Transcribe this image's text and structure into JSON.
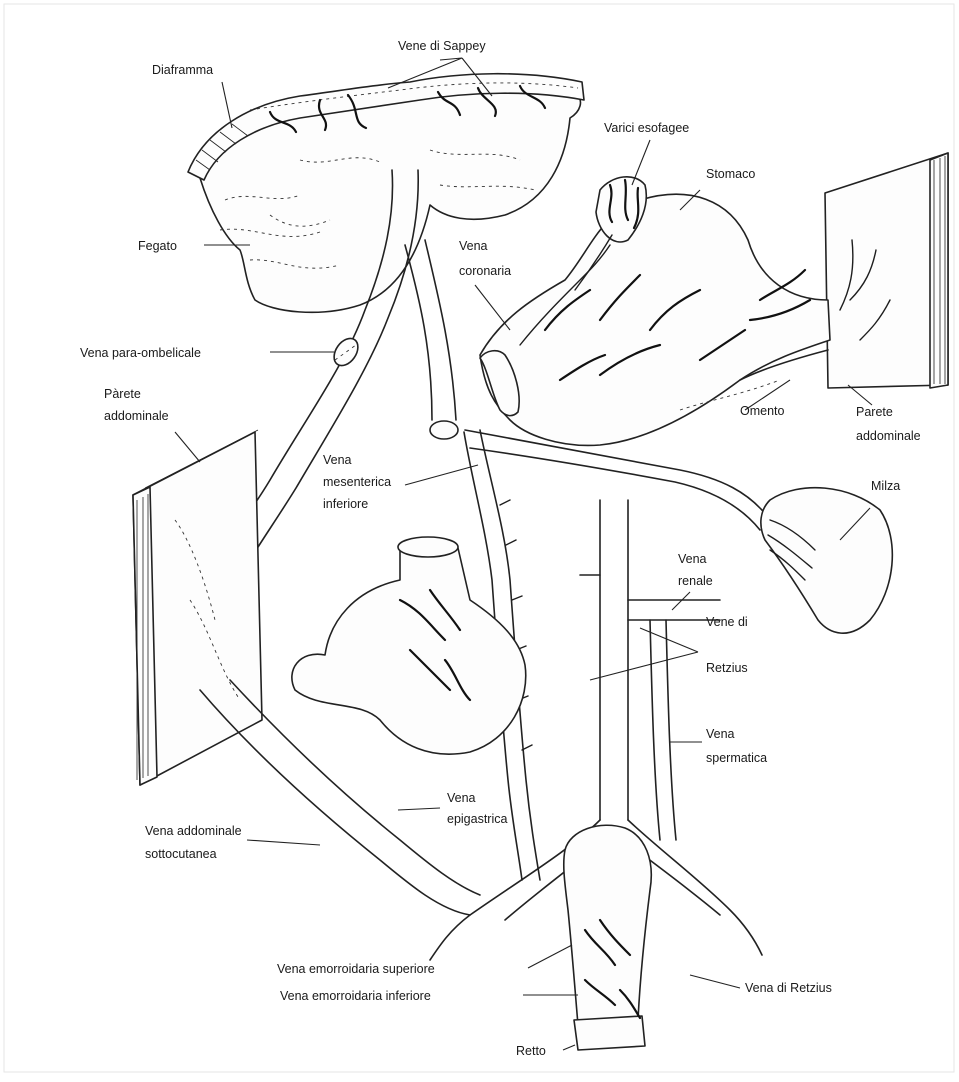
{
  "labels": {
    "sappey": "Vene di Sappey",
    "diaframma": "Diaframma",
    "varici": "Varici esofagee",
    "stomaco": "Stomaco",
    "fegato": "Fegato",
    "coronaria_1": "Vena",
    "coronaria_2": "coronaria",
    "paraombelicale": "Vena para-ombelicale",
    "parete_left_1": "Pàrete",
    "parete_left_2": "addominale",
    "omento": "Omento",
    "parete_right_1": "Parete",
    "parete_right_2": "addominale",
    "mesenterica_1": "Vena",
    "mesenterica_2": "mesenterica",
    "mesenterica_3": "inferiore",
    "milza": "Milza",
    "renale_1": "Vena",
    "renale_2": "renale",
    "retzius_pl_1": "Vene di",
    "retzius_pl_2": "Retzius",
    "spermatica_1": "Vena",
    "spermatica_2": "spermatica",
    "epigastrica_1": "Vena",
    "epigastrica_2": "epigastrica",
    "sottocutanea_1": "Vena addominale",
    "sottocutanea_2": "sottocutanea",
    "emo_sup": "Vena emorroidaria superiore",
    "emo_inf": "Vena emorroidaria inferiore",
    "retzius_sg": "Vena di Retzius",
    "retto": "Retto"
  }
}
